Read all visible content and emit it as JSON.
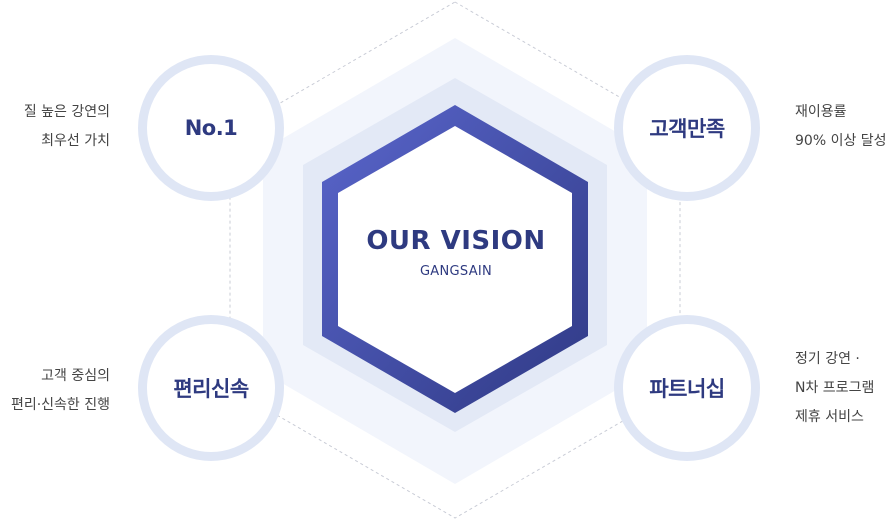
{
  "center": {
    "title": "OUR VISION",
    "subtitle": "GANGSAIN"
  },
  "nodes": [
    {
      "label": "No.1",
      "desc_lines": [
        "질 높은 강연의",
        "최우선 가치"
      ]
    },
    {
      "label": "고객만족",
      "desc_lines": [
        "재이용률",
        "90% 이상 달성"
      ]
    },
    {
      "label": "편리신속",
      "desc_lines": [
        "고객 중심의",
        "편리·신속한 진행"
      ]
    },
    {
      "label": "파트너십",
      "desc_lines": [
        "정기 강연 ·",
        "N차 프로그램",
        "제휴 서비스"
      ]
    }
  ],
  "colors": {
    "hex_outer_fill": "#f2f5fc",
    "hex_mid_fill": "#e3e9f6",
    "hex_border_top": "#5863c9",
    "hex_border_bottom": "#313b87",
    "circle_ring": "#dfe6f5",
    "label_text": "#2e3a80"
  }
}
